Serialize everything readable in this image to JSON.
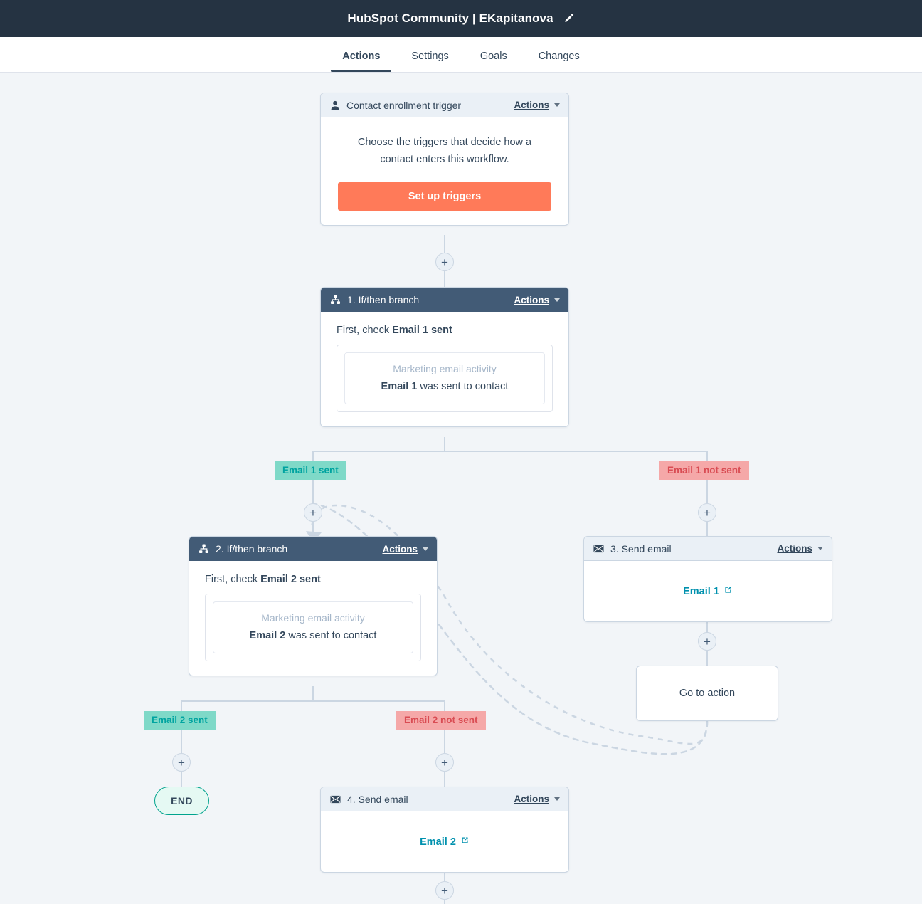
{
  "header": {
    "title": "HubSpot Community | EKapitanova",
    "edit_icon": "pencil-icon"
  },
  "tabs": [
    {
      "label": "Actions",
      "active": true
    },
    {
      "label": "Settings",
      "active": false
    },
    {
      "label": "Goals",
      "active": false
    },
    {
      "label": "Changes",
      "active": false
    }
  ],
  "colors": {
    "topbar": "#253342",
    "canvas": "#f2f5f8",
    "card_header_light": "#eaf0f6",
    "card_header_dark": "#425b76",
    "accent_orange": "#ff7a59",
    "link_teal": "#0091ae",
    "badge_green_bg": "#7fd9c8",
    "badge_green_text": "#00a4a0",
    "badge_red_bg": "#f5a8a8",
    "badge_red_text": "#d94c53",
    "end_border": "#00a38d",
    "end_fill": "#e5f9f3",
    "connector": "#cbd6e2"
  },
  "nodes": {
    "trigger": {
      "icon": "contact-person-icon",
      "title": "Contact enrollment trigger",
      "actions_label": "Actions",
      "description": "Choose the triggers that decide how a contact enters this workflow.",
      "button_label": "Set up triggers"
    },
    "branch1": {
      "icon": "branch-icon",
      "title": "1. If/then branch",
      "actions_label": "Actions",
      "check_prefix": "First, check ",
      "check_property": "Email 1 sent",
      "filter_label": "Marketing email activity",
      "condition_bold": "Email 1",
      "condition_rest": " was sent to contact"
    },
    "branch2": {
      "icon": "branch-icon",
      "title": "2. If/then branch",
      "actions_label": "Actions",
      "check_prefix": "First, check ",
      "check_property": "Email 2 sent",
      "filter_label": "Marketing email activity",
      "condition_bold": "Email 2",
      "condition_rest": " was sent to contact"
    },
    "send3": {
      "icon": "envelope-icon",
      "title": "3. Send email",
      "actions_label": "Actions",
      "email_name": "Email 1",
      "link_icon": "external-link-icon"
    },
    "send4": {
      "icon": "envelope-icon",
      "title": "4. Send email",
      "actions_label": "Actions",
      "email_name": "Email 2",
      "link_icon": "external-link-icon"
    },
    "goto": {
      "label": "Go to action"
    },
    "end": {
      "label": "END"
    }
  },
  "branch_labels": {
    "email1_sent": "Email 1 sent",
    "email1_not_sent": "Email 1 not sent",
    "email2_sent": "Email 2 sent",
    "email2_not_sent": "Email 2 not sent"
  },
  "plus_symbol": "+"
}
